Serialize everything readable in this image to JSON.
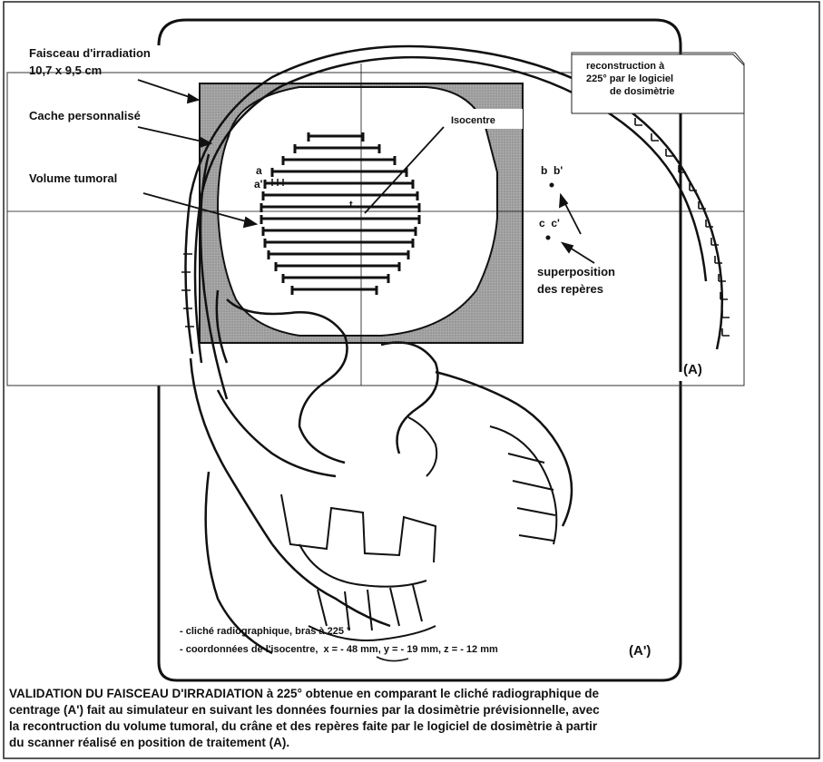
{
  "labels": {
    "faisceau_line1": "Faisceau d'irradiation",
    "faisceau_line2": "10,7 x 9,5 cm",
    "cache": "Cache personnalisé",
    "volume": "Volume tumoral",
    "isocentre": "Isocentre",
    "isocentre_t": "t",
    "reconstruction_line1": "reconstruction à",
    "reconstruction_line2": "225° par le logiciel",
    "reconstruction_line3": "de dosimètrie",
    "marker_a": "a",
    "marker_a_prime": "a'",
    "marker_b": "b  b'",
    "marker_c": "c  c'",
    "superposition_line1": "superposition",
    "superposition_line2": "des repères",
    "panel_A": "(A)",
    "panel_A_prime": "(A')",
    "cliche_note": "- cliché radiographique, bras à 225 °",
    "coords_note": "- coordonnées de l'isocentre,  x = - 48 mm, y = - 19 mm, z = - 12 mm"
  },
  "caption": {
    "line1": "VALIDATION DU FAISCEAU D'IRRADIATION à 225° obtenue en comparant le cliché radiographique de",
    "line2": "centrage (A') fait au simulateur en suivant les données fournies par la dosimètrie prévisionnelle, avec",
    "line3": "la recontruction du volume tumoral, du crâne et des repères faite par le logiciel de dosimètrie à partir",
    "line4": "du scanner réalisé en position de traitement (A)."
  },
  "colors": {
    "field_shade": "#9a9a9a",
    "ink": "#111111",
    "paper": "#ffffff"
  }
}
